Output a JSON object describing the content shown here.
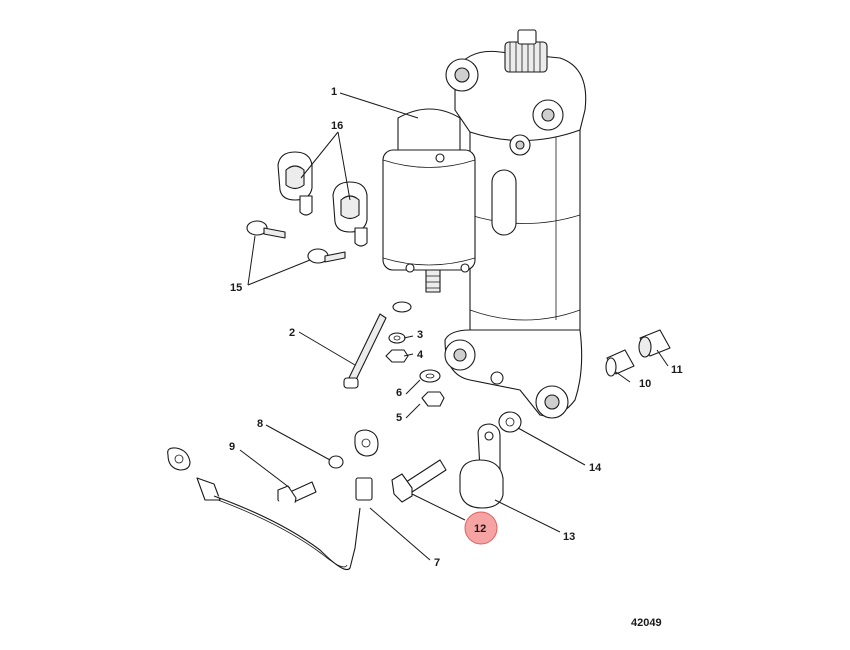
{
  "callouts": {
    "c1": "1",
    "c2": "2",
    "c3": "3",
    "c4": "4",
    "c5": "5",
    "c6": "6",
    "c7": "7",
    "c8": "8",
    "c9": "9",
    "c10": "10",
    "c11": "11",
    "c12": "12",
    "c13": "13",
    "c14": "14",
    "c15": "15",
    "c16": "16"
  },
  "highlighted_callout": "12",
  "figure_number": "42049",
  "colors": {
    "highlight_fill": "#f5a3a3",
    "line": "#1a1a1a"
  }
}
